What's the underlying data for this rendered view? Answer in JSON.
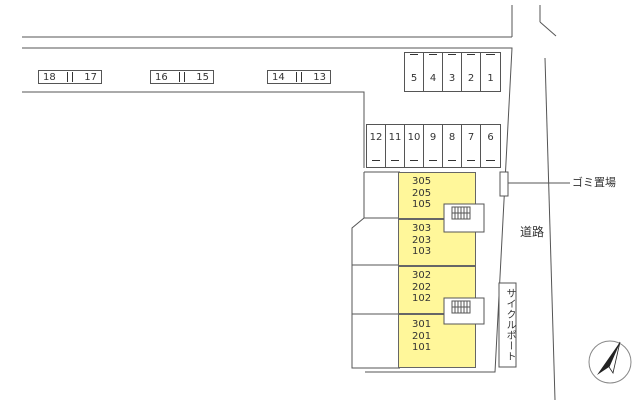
{
  "parking_top_left": [
    {
      "left": "18",
      "right": "17"
    },
    {
      "left": "16",
      "right": "15"
    },
    {
      "left": "14",
      "right": "13"
    }
  ],
  "parking_top_right": [
    "5",
    "4",
    "3",
    "2",
    "1"
  ],
  "parking_middle": [
    "12",
    "11",
    "10",
    "9",
    "8",
    "7",
    "6"
  ],
  "units": [
    [
      "305",
      "205",
      "105"
    ],
    [
      "303",
      "203",
      "103"
    ],
    [
      "302",
      "202",
      "102"
    ],
    [
      "301",
      "201",
      "101"
    ]
  ],
  "labels": {
    "garbage": "ゴミ置場",
    "road": "道路",
    "cycle_port": "サイクルポート"
  },
  "icons": {
    "stairs": "stairs-icon",
    "north": "north-arrow-icon"
  },
  "colors": {
    "unit_fill": "#fff79a",
    "line": "#555555"
  }
}
